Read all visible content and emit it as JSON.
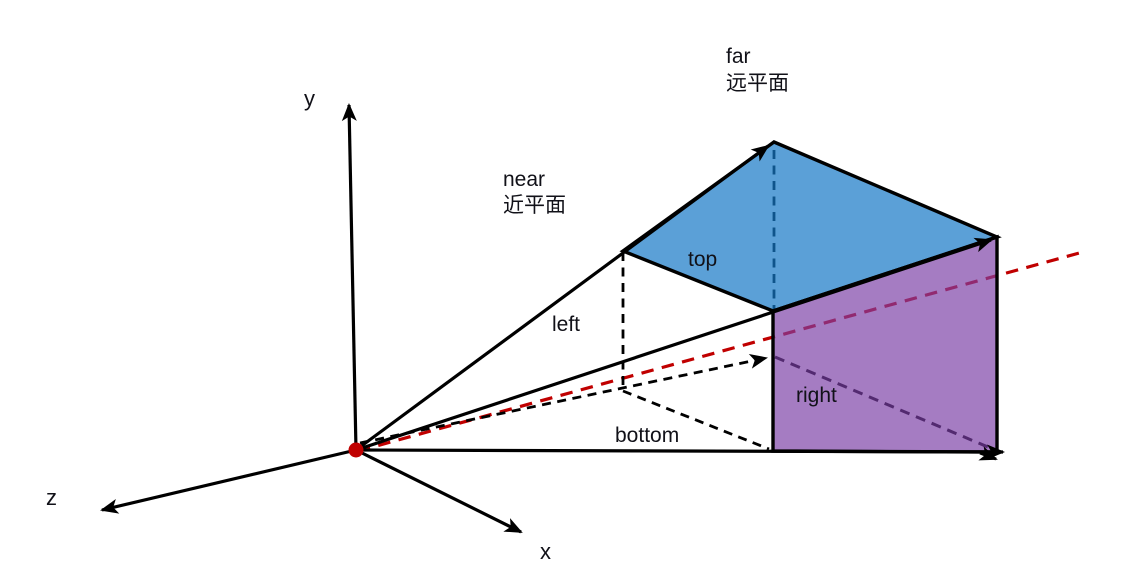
{
  "diagram": {
    "axis_labels": {
      "x": "x",
      "y": "y",
      "z": "z"
    },
    "plane_labels": {
      "near": {
        "en": "near",
        "zh": "近平面"
      },
      "far": {
        "en": "far",
        "zh": "远平面"
      }
    },
    "face_labels": {
      "top": "top",
      "left": "left",
      "right": "right",
      "bottom": "bottom"
    },
    "colors": {
      "top_face": "#1577C6",
      "right_face": "#7B3EA5",
      "view_ray": "#C00000",
      "origin_point": "#C00000",
      "edges": "#000000"
    }
  }
}
